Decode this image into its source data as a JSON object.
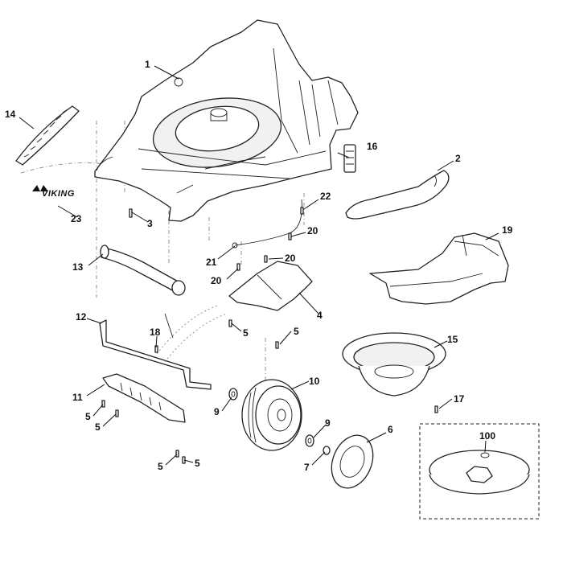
{
  "brand_logo_text": "VIKING",
  "callouts": [
    {
      "id": "c1",
      "label": "1"
    },
    {
      "id": "c2",
      "label": "2"
    },
    {
      "id": "c3",
      "label": "3"
    },
    {
      "id": "c4",
      "label": "4"
    },
    {
      "id": "c5a",
      "label": "5"
    },
    {
      "id": "c5b",
      "label": "5"
    },
    {
      "id": "c5c",
      "label": "5"
    },
    {
      "id": "c5d",
      "label": "5"
    },
    {
      "id": "c5e",
      "label": "5"
    },
    {
      "id": "c5f",
      "label": "5"
    },
    {
      "id": "c6",
      "label": "6"
    },
    {
      "id": "c7",
      "label": "7"
    },
    {
      "id": "c9a",
      "label": "9"
    },
    {
      "id": "c9b",
      "label": "9"
    },
    {
      "id": "c10",
      "label": "10"
    },
    {
      "id": "c11",
      "label": "11"
    },
    {
      "id": "c12",
      "label": "12"
    },
    {
      "id": "c13",
      "label": "13"
    },
    {
      "id": "c14",
      "label": "14"
    },
    {
      "id": "c15",
      "label": "15"
    },
    {
      "id": "c16",
      "label": "16"
    },
    {
      "id": "c17",
      "label": "17"
    },
    {
      "id": "c18",
      "label": "18"
    },
    {
      "id": "c19",
      "label": "19"
    },
    {
      "id": "c20a",
      "label": "20"
    },
    {
      "id": "c20b",
      "label": "20"
    },
    {
      "id": "c20c",
      "label": "20"
    },
    {
      "id": "c21",
      "label": "21"
    },
    {
      "id": "c22",
      "label": "22"
    },
    {
      "id": "c23",
      "label": "23"
    },
    {
      "id": "c100",
      "label": "100"
    }
  ]
}
